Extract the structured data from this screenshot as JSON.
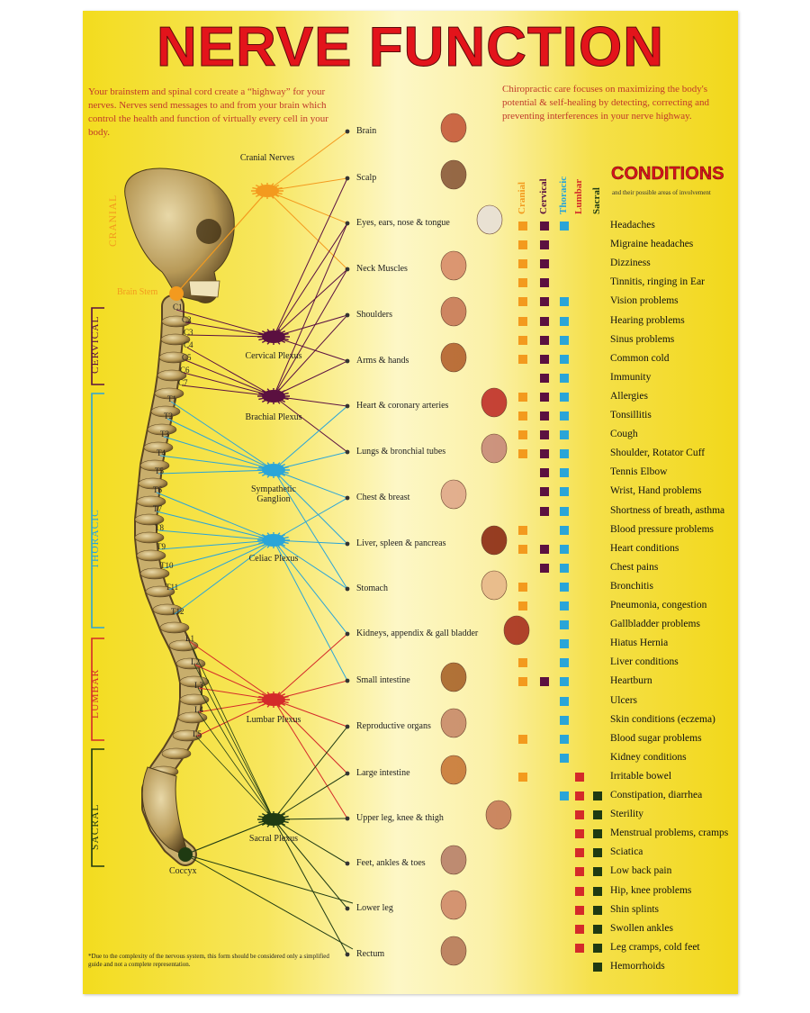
{
  "title": "NERVE FUNCTION",
  "intro_left": "Your brainstem and spinal cord create a “highway” for your nerves. Nerves send messages to and from your brain which control the health and function of virtually every cell in your body.",
  "intro_right": "Chiropractic care focuses on maximizing the body's potential & self-healing by detecting, correcting and preventing interferences in your nerve highway.",
  "regions": [
    "CRANIAL",
    "CERVICAL",
    "THORACIC",
    "LUMBAR",
    "SACRAL"
  ],
  "colors": {
    "cranial": "#f39a1e",
    "cervical": "#5b1040",
    "thoracic": "#2aa5d8",
    "lumbar": "#d42a2a",
    "sacral": "#1f3a12",
    "title": "#e3141b"
  },
  "brain_stem": "Brain Stem",
  "coccyx": "Coccyx",
  "vertebrae": [
    "C1",
    "C2",
    "C3",
    "C4",
    "C5",
    "C6",
    "C7",
    "T1",
    "T2",
    "T3",
    "T4",
    "T5",
    "T6",
    "T7",
    "T8",
    "T9",
    "T10",
    "T11",
    "T12",
    "L1",
    "L2",
    "L3",
    "L4",
    "L5"
  ],
  "plexuses": [
    {
      "label": "Cranial Nerves",
      "color": "cranial"
    },
    {
      "label": "Cervical Plexus",
      "color": "cervical"
    },
    {
      "label": "Brachial Plexus",
      "color": "cervical"
    },
    {
      "label": "Sympathetic Ganglion",
      "color": "thoracic"
    },
    {
      "label": "Celiac Plexus",
      "color": "thoracic"
    },
    {
      "label": "Lumbar Plexus",
      "color": "lumbar"
    },
    {
      "label": "Sacral Plexus",
      "color": "sacral"
    }
  ],
  "organs": [
    "Brain",
    "Scalp",
    "Eyes, ears, nose & tongue",
    "Neck Muscles",
    "Shoulders",
    "Arms & hands",
    "Heart & coronary arteries",
    "Lungs & bronchial tubes",
    "Chest & breast",
    "Liver, spleen & pancreas",
    "Stomach",
    "Kidneys, appendix & gall bladder",
    "Small intestine",
    "Reproductive organs",
    "Large intestine",
    "Upper leg, knee & thigh",
    "Feet, ankles & toes",
    "Lower leg",
    "Rectum"
  ],
  "column_headers": [
    "Cranial",
    "Cervical",
    "Thoracic",
    "Lumbar",
    "Sacral"
  ],
  "conditions_title": "CONDITIONS",
  "conditions_subtitle": "and their possible areas of involvement",
  "conditions": [
    {
      "name": "Headaches",
      "areas": [
        1,
        1,
        1,
        0,
        0
      ]
    },
    {
      "name": "Migraine headaches",
      "areas": [
        1,
        1,
        0,
        0,
        0
      ]
    },
    {
      "name": "Dizziness",
      "areas": [
        1,
        1,
        0,
        0,
        0
      ]
    },
    {
      "name": "Tinnitis, ringing in Ear",
      "areas": [
        1,
        1,
        0,
        0,
        0
      ]
    },
    {
      "name": "Vision problems",
      "areas": [
        1,
        1,
        1,
        0,
        0
      ]
    },
    {
      "name": "Hearing problems",
      "areas": [
        1,
        1,
        1,
        0,
        0
      ]
    },
    {
      "name": "Sinus problems",
      "areas": [
        1,
        1,
        1,
        0,
        0
      ]
    },
    {
      "name": "Common cold",
      "areas": [
        1,
        1,
        1,
        0,
        0
      ]
    },
    {
      "name": "Immunity",
      "areas": [
        0,
        1,
        1,
        0,
        0
      ]
    },
    {
      "name": "Allergies",
      "areas": [
        1,
        1,
        1,
        0,
        0
      ]
    },
    {
      "name": "Tonsillitis",
      "areas": [
        1,
        1,
        1,
        0,
        0
      ]
    },
    {
      "name": "Cough",
      "areas": [
        1,
        1,
        1,
        0,
        0
      ]
    },
    {
      "name": "Shoulder, Rotator Cuff",
      "areas": [
        1,
        1,
        1,
        0,
        0
      ]
    },
    {
      "name": "Tennis Elbow",
      "areas": [
        0,
        1,
        1,
        0,
        0
      ]
    },
    {
      "name": "Wrist, Hand problems",
      "areas": [
        0,
        1,
        1,
        0,
        0
      ]
    },
    {
      "name": "Shortness of breath, asthma",
      "areas": [
        0,
        1,
        1,
        0,
        0
      ]
    },
    {
      "name": "Blood pressure problems",
      "areas": [
        1,
        0,
        1,
        0,
        0
      ]
    },
    {
      "name": "Heart conditions",
      "areas": [
        1,
        1,
        1,
        0,
        0
      ]
    },
    {
      "name": "Chest pains",
      "areas": [
        0,
        1,
        1,
        0,
        0
      ]
    },
    {
      "name": "Bronchitis",
      "areas": [
        1,
        0,
        1,
        0,
        0
      ]
    },
    {
      "name": "Pneumonia, congestion",
      "areas": [
        1,
        0,
        1,
        0,
        0
      ]
    },
    {
      "name": "Gallbladder problems",
      "areas": [
        0,
        0,
        1,
        0,
        0
      ]
    },
    {
      "name": "Hiatus Hernia",
      "areas": [
        0,
        0,
        1,
        0,
        0
      ]
    },
    {
      "name": "Liver conditions",
      "areas": [
        1,
        0,
        1,
        0,
        0
      ]
    },
    {
      "name": "Heartburn",
      "areas": [
        1,
        1,
        1,
        0,
        0
      ]
    },
    {
      "name": "Ulcers",
      "areas": [
        0,
        0,
        1,
        0,
        0
      ]
    },
    {
      "name": "Skin conditions (eczema)",
      "areas": [
        0,
        0,
        1,
        0,
        0
      ]
    },
    {
      "name": "Blood sugar problems",
      "areas": [
        1,
        0,
        1,
        0,
        0
      ]
    },
    {
      "name": "Kidney conditions",
      "areas": [
        0,
        0,
        1,
        0,
        0
      ]
    },
    {
      "name": "Irritable bowel",
      "areas": [
        1,
        0,
        0,
        1,
        0
      ]
    },
    {
      "name": "Constipation, diarrhea",
      "areas": [
        0,
        0,
        1,
        1,
        1
      ]
    },
    {
      "name": "Sterility",
      "areas": [
        0,
        0,
        0,
        1,
        1
      ]
    },
    {
      "name": "Menstrual problems, cramps",
      "areas": [
        0,
        0,
        0,
        1,
        1
      ]
    },
    {
      "name": "Sciatica",
      "areas": [
        0,
        0,
        0,
        1,
        1
      ]
    },
    {
      "name": "Low back pain",
      "areas": [
        0,
        0,
        0,
        1,
        1
      ]
    },
    {
      "name": "Hip, knee problems",
      "areas": [
        0,
        0,
        0,
        1,
        1
      ]
    },
    {
      "name": "Shin splints",
      "areas": [
        0,
        0,
        0,
        1,
        1
      ]
    },
    {
      "name": "Swollen ankles",
      "areas": [
        0,
        0,
        0,
        1,
        1
      ]
    },
    {
      "name": "Leg cramps, cold feet",
      "areas": [
        0,
        0,
        0,
        1,
        1
      ]
    },
    {
      "name": "Hemorrhoids",
      "areas": [
        0,
        0,
        0,
        0,
        1
      ]
    }
  ],
  "footnote": "*Due to the complexity of the nervous system, this form should be considered only a simplified guide and not a complete representation."
}
